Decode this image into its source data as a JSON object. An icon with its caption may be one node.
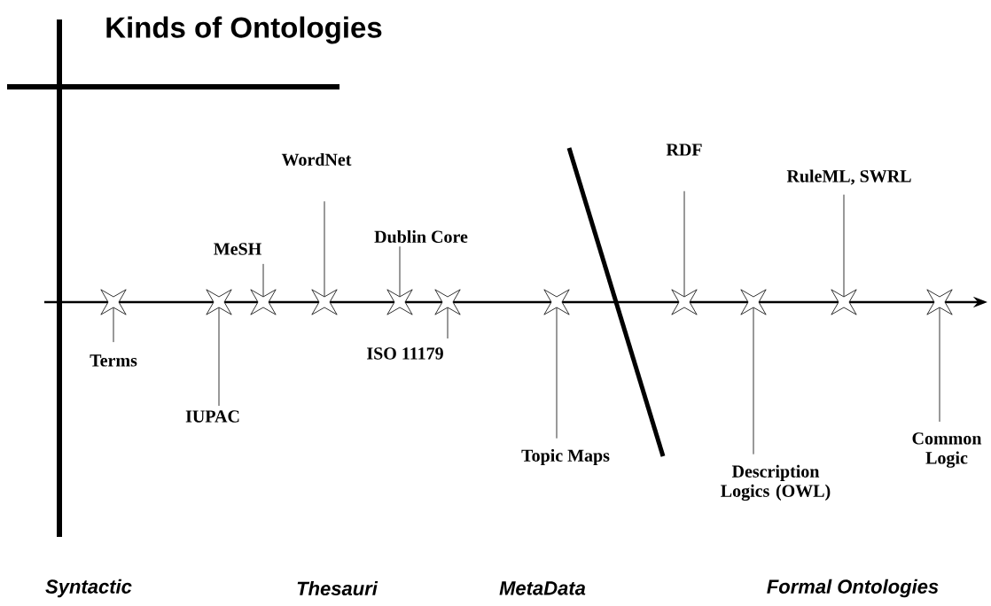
{
  "diagram": {
    "title": "Kinds of Ontologies",
    "nodes": [
      {
        "text": [
          "Terms"
        ]
      },
      {
        "text": [
          "IUPAC"
        ]
      },
      {
        "text": [
          "MeSH"
        ]
      },
      {
        "text": [
          "WordNet"
        ]
      },
      {
        "text": [
          "Dublin Core"
        ]
      },
      {
        "text": [
          "ISO 11179"
        ]
      },
      {
        "text": [
          "Topic Maps"
        ]
      },
      {
        "text": [
          "RDF"
        ]
      },
      {
        "text": [
          "Description Logics (OWL)"
        ]
      },
      {
        "text": [
          "RuleML, SWRL"
        ]
      },
      {
        "text": [
          "Common Logic"
        ]
      },
      {
        "text": [],
        "shape": "star"
      },
      {
        "text": [],
        "shape": "star"
      },
      {
        "text": [],
        "shape": "star"
      },
      {
        "text": [],
        "shape": "star"
      },
      {
        "text": [],
        "shape": "star"
      },
      {
        "text": [],
        "shape": "star"
      },
      {
        "text": [],
        "shape": "star"
      },
      {
        "text": [],
        "shape": "star"
      },
      {
        "text": [],
        "shape": "star"
      },
      {
        "text": [],
        "shape": "star"
      },
      {
        "text": [],
        "shape": "star"
      }
    ],
    "edges": [
      {
        "from": 0,
        "to": 11,
        "arrow": "none"
      },
      {
        "from": 1,
        "to": 12,
        "arrow": "none"
      },
      {
        "from": 2,
        "to": 13,
        "arrow": "none"
      },
      {
        "from": 3,
        "to": 14,
        "arrow": "none"
      },
      {
        "from": 4,
        "to": 15,
        "arrow": "none"
      },
      {
        "from": 5,
        "to": 16,
        "arrow": "none"
      },
      {
        "from": 6,
        "to": 17,
        "arrow": "none"
      },
      {
        "from": 7,
        "to": 18,
        "arrow": "none"
      },
      {
        "from": 8,
        "to": 19,
        "arrow": "none"
      },
      {
        "from": 9,
        "to": 20,
        "arrow": "none"
      },
      {
        "from": 10,
        "to": 21,
        "arrow": "none"
      }
    ],
    "labels": [
      "Syntactic",
      "Thesauri",
      "MetaData",
      "Formal Ontologies"
    ]
  }
}
